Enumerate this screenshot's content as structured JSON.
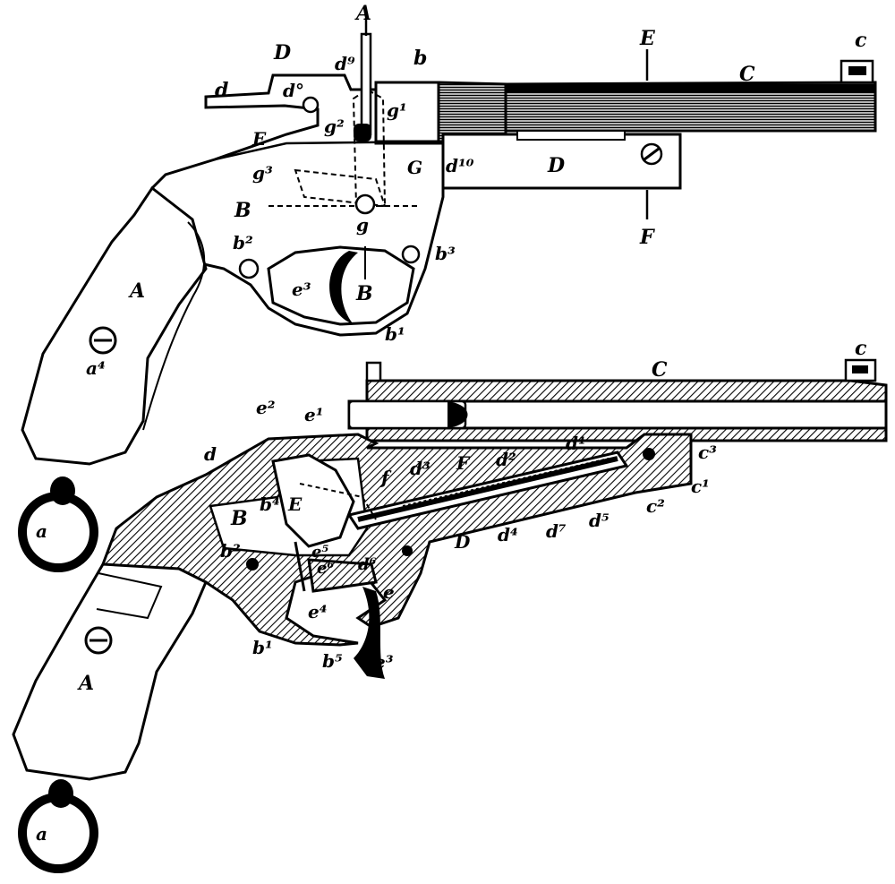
{
  "figure": {
    "top_view": {
      "labels": {
        "A": "A",
        "b": "b",
        "c": "c",
        "C": "C",
        "E": "E",
        "F": "F",
        "d": "d",
        "D_left": "D",
        "D_right": "D",
        "d9": "d⁹",
        "d0": "d°",
        "d10": "d¹⁰",
        "g1": "g¹",
        "g2": "g²",
        "g3": "g³",
        "G": "G",
        "g": "g",
        "E_small": "E",
        "B": "B",
        "b2": "b²",
        "b3": "b³",
        "e3": "e³",
        "B_trigger": "B",
        "b1": "b¹",
        "A_grip": "A",
        "a4": "a⁴",
        "a": "a"
      }
    },
    "section_view": {
      "labels": {
        "c": "c",
        "C": "C",
        "c3": "c³",
        "c1": "c¹",
        "c2": "c²",
        "e2": "e²",
        "e1": "e¹",
        "d": "d",
        "f": "f",
        "d3": "d³",
        "F": "F",
        "d2": "d²",
        "d1": "d¹",
        "B": "B",
        "b4": "b⁴",
        "E": "E",
        "d4": "d⁴",
        "d7": "d⁷",
        "d5": "d⁵",
        "D": "D",
        "b2": "b²",
        "e5": "e⁵",
        "e6": "e⁶",
        "d6": "d⁶",
        "e": "e",
        "e4": "e⁴",
        "b1": "b¹",
        "b5": "b⁵",
        "e3": "e³",
        "A": "A",
        "a": "a"
      }
    }
  }
}
